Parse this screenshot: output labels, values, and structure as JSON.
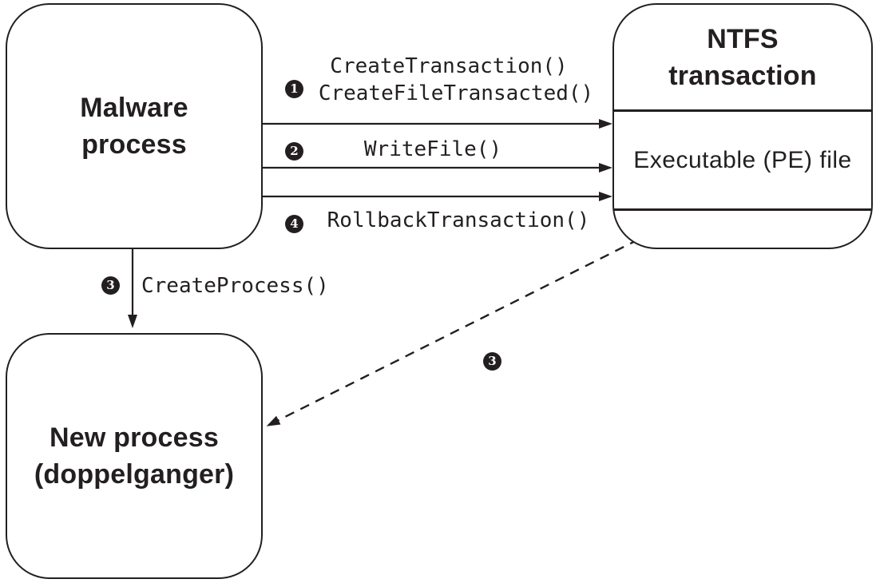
{
  "boxes": {
    "malware": {
      "title": "Malware\nprocess"
    },
    "ntfs": {
      "title": "NTFS\ntransaction",
      "file_label": "Executable (PE) file"
    },
    "new_process": {
      "title": "New process\n(doppelganger)"
    }
  },
  "labels": {
    "create_transaction": "CreateTransaction()",
    "create_file_transacted": "CreateFileTransacted()",
    "write_file": "WriteFile()",
    "rollback_transaction": "RollbackTransaction()",
    "create_process": "CreateProcess()"
  },
  "badges": {
    "step1": "1",
    "step2": "2",
    "step3": "3",
    "step4": "4"
  },
  "edges": [
    {
      "from": "malware-process",
      "to": "ntfs-transaction",
      "style": "solid",
      "step": "1",
      "label_keys": [
        "create_transaction",
        "create_file_transacted"
      ]
    },
    {
      "from": "malware-process",
      "to": "ntfs-transaction",
      "style": "solid",
      "step": "2",
      "label_keys": [
        "write_file"
      ]
    },
    {
      "from": "malware-process",
      "to": "new-process",
      "style": "solid",
      "step": "3",
      "label_keys": [
        "create_process"
      ]
    },
    {
      "from": "ntfs-transaction",
      "to": "new-process",
      "style": "dashed",
      "step": "3",
      "label_keys": []
    },
    {
      "from": "malware-process",
      "to": "ntfs-transaction",
      "style": "solid",
      "step": "4",
      "label_keys": [
        "rollback_transaction"
      ]
    }
  ],
  "colors": {
    "ink": "#231f20",
    "background": "#ffffff"
  }
}
